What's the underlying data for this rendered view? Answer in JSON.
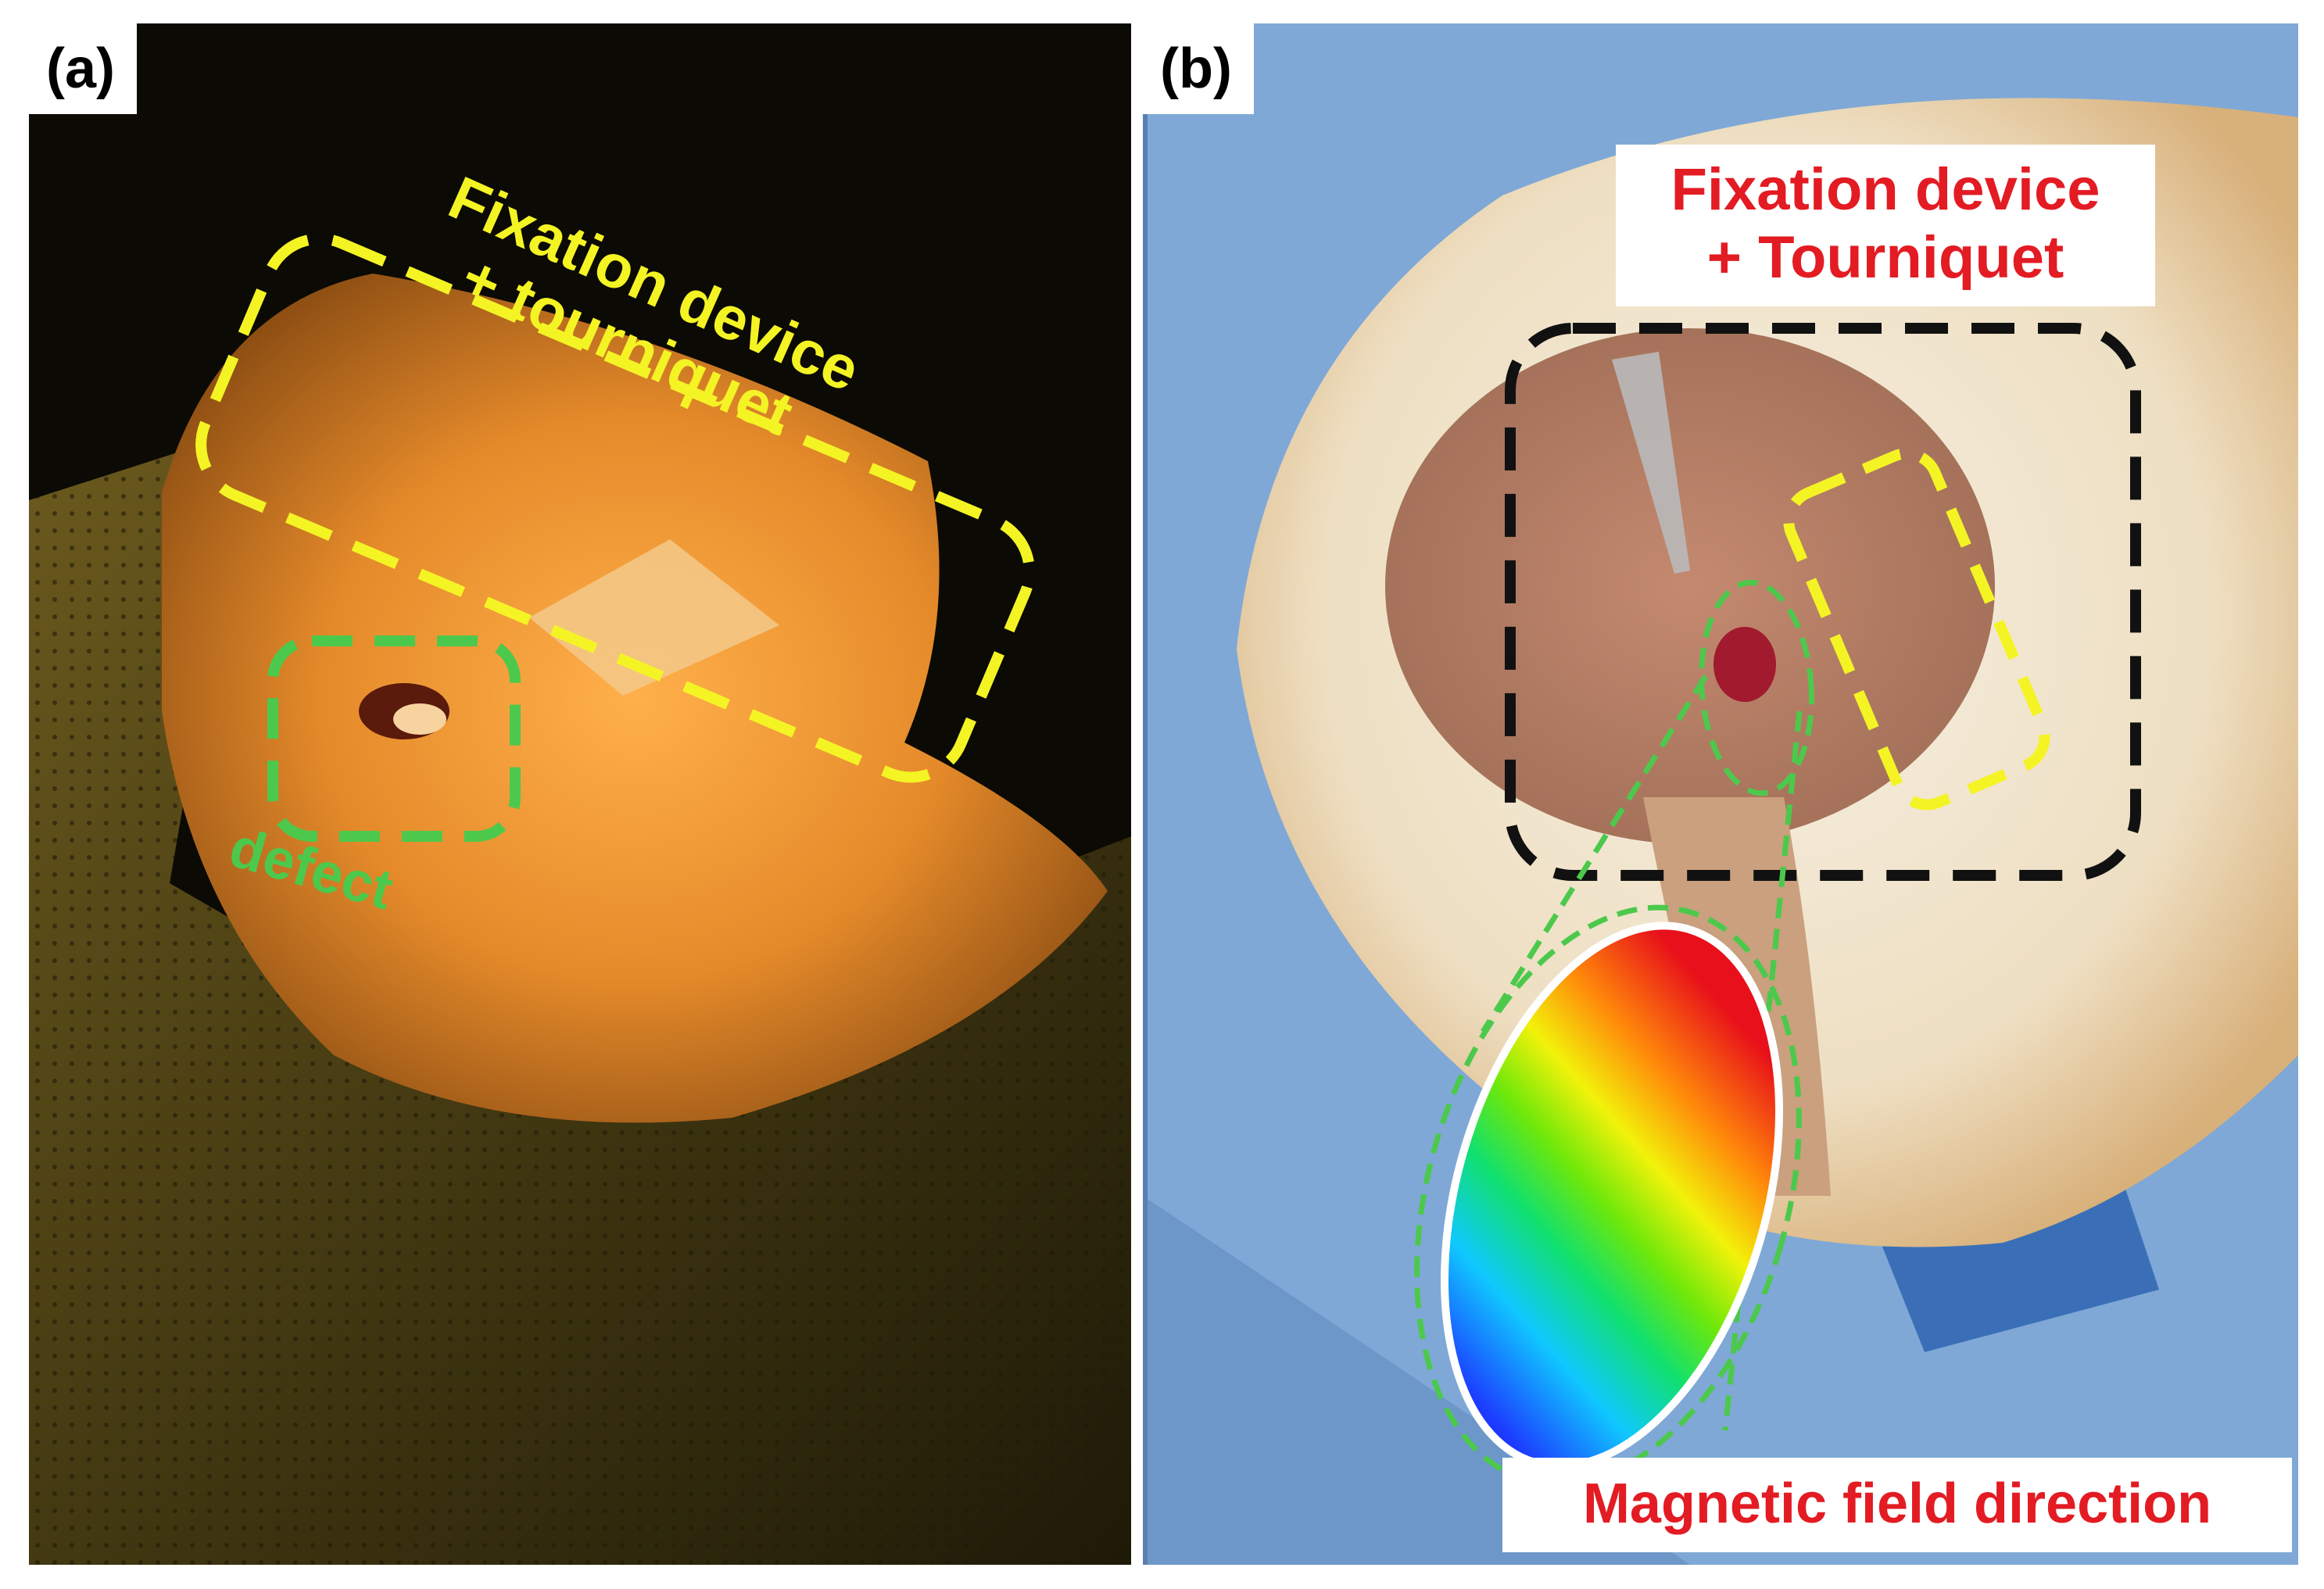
{
  "panel_a": {
    "label": "(a)",
    "annotations": {
      "fixation": [
        "Fixation device",
        "+ tourniquet"
      ],
      "defect": "defect"
    },
    "colors": {
      "fixation_box": "#f4f425",
      "defect_box": "#4cc94c"
    }
  },
  "panel_b": {
    "label": "(b)",
    "annotations": {
      "fixation": [
        "Fixation device",
        "+ Tourniquet"
      ],
      "magnetic": "Magnetic field direction"
    },
    "colors": {
      "fixation_box": "#111111",
      "inner_box": "#f4f425",
      "callout": "#4cc94c",
      "label_text": "#e31b23"
    }
  }
}
